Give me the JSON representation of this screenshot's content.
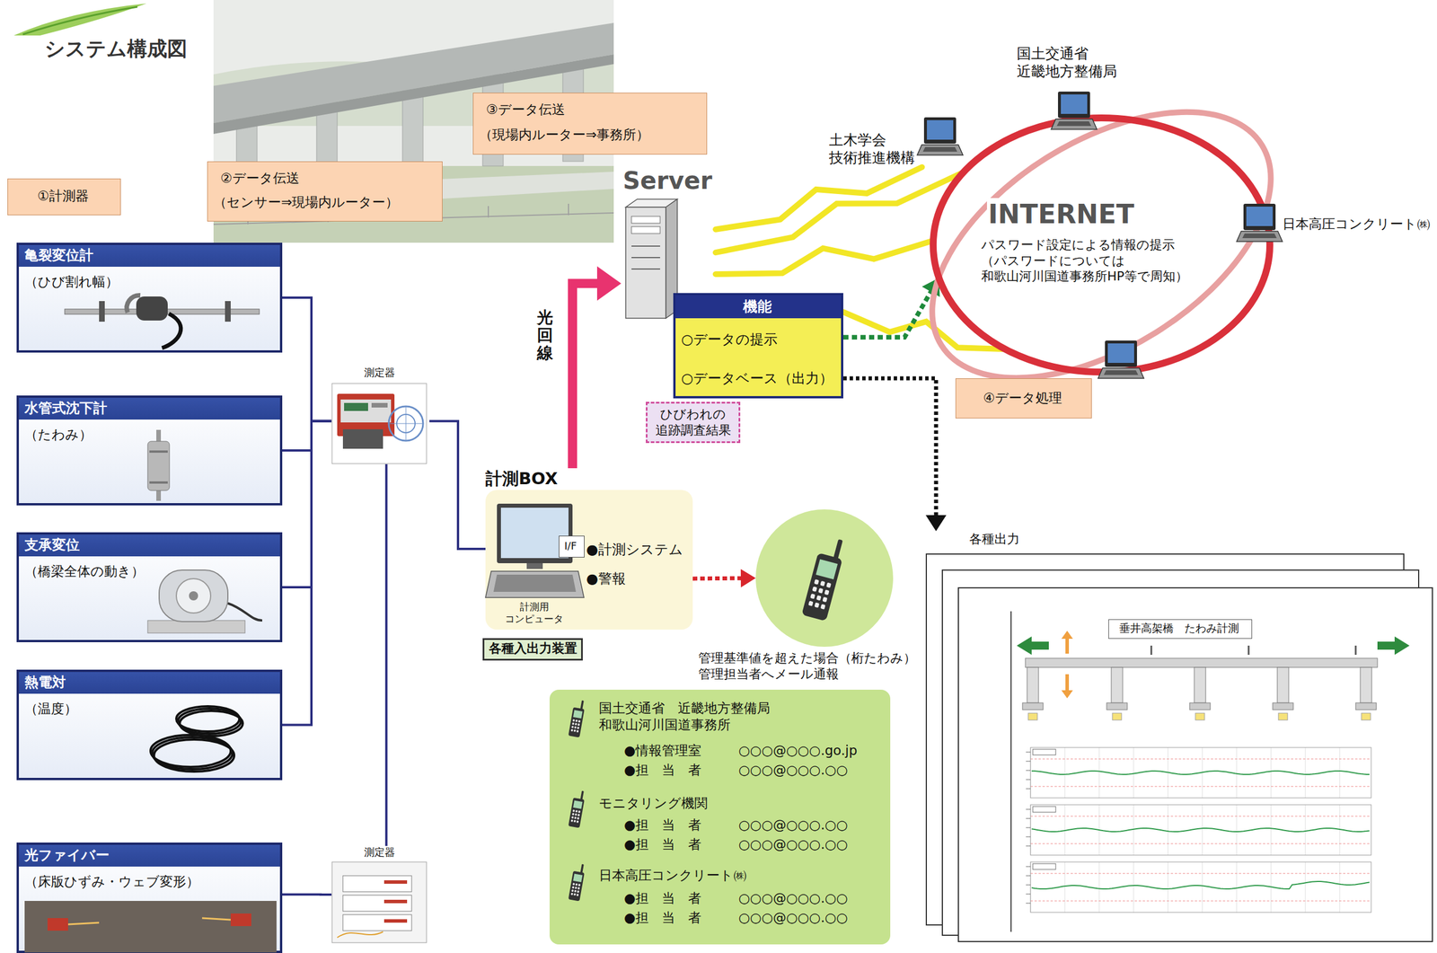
{
  "diagram": {
    "title": "システム構成図",
    "nodes": [
      {
        "text": [
          "①計測器"
        ]
      },
      {
        "text": [
          "②データ伝送",
          "（センサー⇒現場内ルーター）"
        ]
      },
      {
        "text": [
          "③データ伝送",
          "（現場内ルーター⇒事務所）"
        ]
      },
      {
        "text": [
          "亀裂変位計",
          "（ひび割れ幅）"
        ]
      },
      {
        "text": [
          "水管式沈下計",
          "（たわみ）"
        ]
      },
      {
        "text": [
          "支承変位",
          "（橋梁全体の動き）"
        ]
      },
      {
        "text": [
          "熱電対",
          "（温度）"
        ]
      },
      {
        "text": [
          "光ファイバー",
          "（床版ひずみ・ウェブ変形）"
        ]
      },
      {
        "text": [
          "測定器"
        ]
      },
      {
        "text": [
          "測定器"
        ]
      },
      {
        "text": [
          "計測BOX",
          "●計測システム",
          "●警報",
          "計測用 コンピュータ"
        ]
      },
      {
        "text": [
          "I/F"
        ],
        "in": 10
      },
      {
        "text": [
          "各種入出力装置"
        ]
      },
      {
        "text": [
          "Server"
        ]
      },
      {
        "text": [
          "機能",
          "○データの提示",
          "○データベース（出力）"
        ]
      },
      {
        "text": [
          "ひびわれの 追跡調査結果"
        ]
      },
      {
        "text": [
          "INTERNET",
          "パスワード設定による情報の提示 （パスワードについては 和歌山河川国道事務所HP等で周知）"
        ]
      },
      {
        "text": [
          "国土交通省 近畿地方整備局"
        ]
      },
      {
        "text": [
          "土木学会 技術推進機構"
        ]
      },
      {
        "text": [
          "日本高圧コンクリート㈱"
        ]
      },
      {
        "text": [
          "④データ処理"
        ]
      },
      {
        "text": [
          "管理基準値を超えた場合（桁たわみ） 管理担当者へメール通報"
        ]
      },
      {
        "text": [
          "国土交通省　近畿地方整備局 和歌山河川国道事務所",
          "●情報管理室",
          "○○○@○○○.go.jp",
          "●担　当　者",
          "○○○@○○○.○○",
          "モニタリング機関",
          "●担　当　者",
          "○○○@○○○.○○",
          "●担　当　者",
          "○○○@○○○.○○",
          "日本高圧コンクリート㈱",
          "●担　当　者",
          "○○○@○○○.○○",
          "●担　当　者",
          "○○○@○○○.○○"
        ]
      },
      {
        "text": [
          "各種出力"
        ]
      },
      {
        "text": [
          "垂井高架橋　たわみ計測"
        ],
        "in": 23
      }
    ],
    "edges": [
      {
        "from": 3,
        "to": 8,
        "arrow": "none"
      },
      {
        "from": 4,
        "to": 8,
        "arrow": "none"
      },
      {
        "from": 5,
        "to": 8,
        "arrow": "none"
      },
      {
        "from": 6,
        "to": 8,
        "arrow": "none"
      },
      {
        "from": 7,
        "to": 9,
        "arrow": "none"
      },
      {
        "from": 9,
        "to": 8,
        "arrow": "none"
      },
      {
        "from": 8,
        "to": 10,
        "arrow": "none"
      },
      {
        "from": 10,
        "to": 13,
        "label": "光回線",
        "arrow": "to"
      },
      {
        "from": 10,
        "to": 21,
        "arrow": "to"
      },
      {
        "from": 13,
        "to": 18,
        "arrow": "none"
      },
      {
        "from": 13,
        "to": 16,
        "arrow": "none"
      },
      {
        "from": 13,
        "to": 16,
        "arrow": "none"
      },
      {
        "from": 14,
        "to": 16,
        "arrow": "none"
      },
      {
        "from": 14,
        "to": 16,
        "arrow": "to"
      },
      {
        "from": 14,
        "to": 23,
        "arrow": "to"
      }
    ]
  }
}
